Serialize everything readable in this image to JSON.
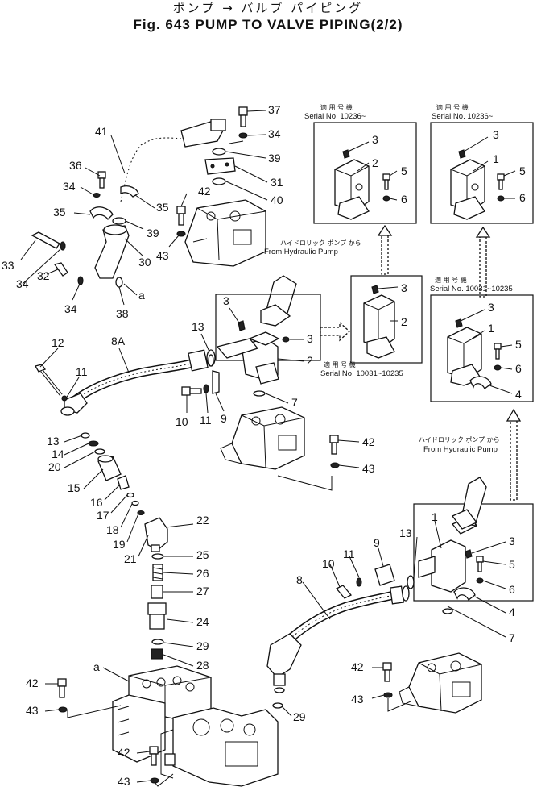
{
  "title": {
    "japanese": "ポンプ → バルブ パイピング",
    "english": "Fig. 643 PUMP TO VALVE PIPING(2/2)"
  },
  "notes": {
    "tekiyo": "適 用 号 機",
    "from_pump_jp": "ハイドロリック ポンプ から",
    "from_pump_en": "From Hydraulic Pump"
  },
  "serials": {
    "s1": "Serial No. 10236~",
    "s2": "Serial No. 10236~",
    "s3": "Serial No. 10031~10235",
    "s4": "Serial No. 10031~10235"
  },
  "labels": {
    "l37": "37",
    "l34a": "34",
    "l39a": "39",
    "l31": "31",
    "l40": "40",
    "l41": "41",
    "l36": "36",
    "l34b": "34",
    "l35a": "35",
    "l35b": "35",
    "l42a": "42",
    "l39b": "39",
    "l43a": "43",
    "l30": "30",
    "l33": "33",
    "l34c": "34",
    "l32": "32",
    "l34d": "34",
    "l38": "38",
    "a1": "a",
    "b1_3": "3",
    "b1_2": "2",
    "b1_5": "5",
    "b1_6": "6",
    "b2_3": "3",
    "b2_1": "1",
    "b2_5": "5",
    "b2_6": "6",
    "b3_3": "3",
    "b3_2": "2",
    "b4_3": "3",
    "b4_1": "1",
    "b4_5": "5",
    "b4_6": "6",
    "b4_4": "4",
    "l12": "12",
    "l11a": "11",
    "l8A": "8A",
    "l13a": "13",
    "l3a": "3",
    "l3b": "3",
    "l2a": "2",
    "l7a": "7",
    "l10a": "10",
    "l11b": "11",
    "l9a": "9",
    "l42b": "42",
    "l43b": "43",
    "l13b": "13",
    "l14": "14",
    "l20": "20",
    "l15": "15",
    "l16": "16",
    "l17": "17",
    "l18": "18",
    "l19": "19",
    "l21": "21",
    "l22": "22",
    "l25": "25",
    "l26": "26",
    "l27": "27",
    "l24": "24",
    "l29a": "29",
    "l28": "28",
    "a2": "a",
    "l42c": "42",
    "l43c": "43",
    "l42d": "42",
    "l43d": "43",
    "l29b": "29",
    "l8": "8",
    "l9b": "9",
    "l11c": "11",
    "l10b": "10",
    "l13c": "13",
    "l1c": "1",
    "l3c": "3",
    "l5c": "5",
    "l6c": "6",
    "l4c": "4",
    "l7c": "7",
    "l42e": "42",
    "l43e": "43"
  }
}
